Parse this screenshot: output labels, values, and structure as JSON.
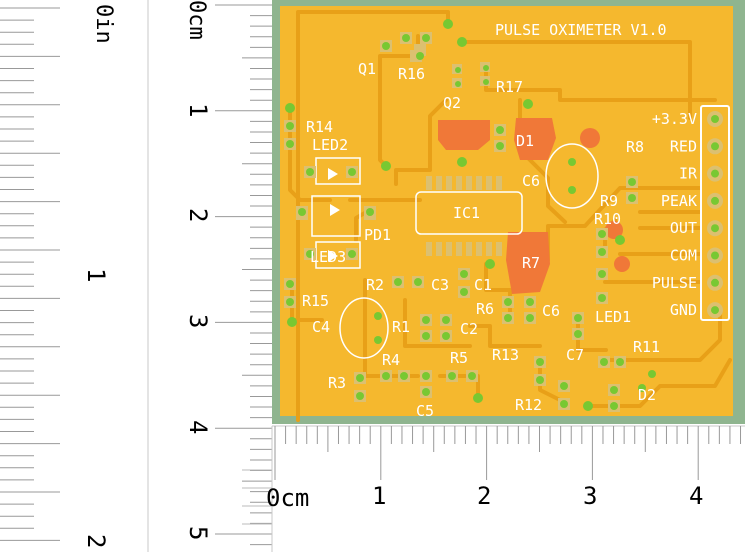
{
  "rulers": {
    "inch_vertical": {
      "unit": "in",
      "labels": [
        "0",
        "1",
        "2"
      ]
    },
    "cm_vertical": {
      "unit": "cm",
      "labels": [
        "0",
        "1",
        "2",
        "3",
        "4",
        "5"
      ]
    },
    "cm_horizontal": {
      "unit": "cm",
      "labels": [
        "0",
        "1",
        "2",
        "3",
        "4"
      ]
    }
  },
  "board": {
    "title": "PULSE OXIMETER V1.0",
    "connector_labels": [
      "+3.3V",
      "RED",
      "IR",
      "PEAK",
      "OUT",
      "COM",
      "PULSE",
      "GND"
    ],
    "components": [
      "Q1",
      "R16",
      "Q2",
      "R17",
      "R14",
      "LED2",
      "D1",
      "C6",
      "R8",
      "R9",
      "IC1",
      "PD1",
      "R10",
      "LED3",
      "R7",
      "C1",
      "C3",
      "R2",
      "R15",
      "R6",
      "C6",
      "LED1",
      "C4",
      "R1",
      "C2",
      "C7",
      "R11",
      "R4",
      "R5",
      "R13",
      "R3",
      "R12",
      "D2",
      "C5"
    ],
    "colors": {
      "substrate": "#8fb58f",
      "copper_pour": "#f5b82e",
      "trace": "#e8a018",
      "pad": "#dcc070",
      "via": "#78c832",
      "exposed_copper": "#f07838",
      "silkscreen": "#ffffff"
    }
  }
}
